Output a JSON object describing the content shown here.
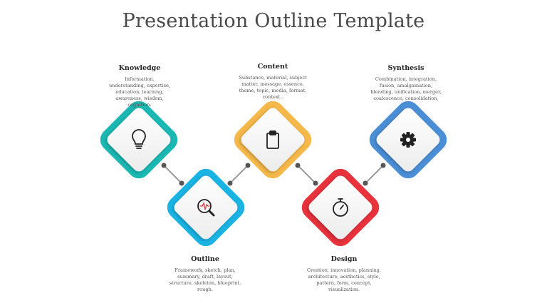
{
  "title": "Presentation Outline Template",
  "nodes": [
    {
      "id": "knowledge",
      "heading": "Knowledge",
      "description": "Information, understanding, expertise, education, learning, awareness, wisdom, cognition.",
      "color": "#1bb8b3",
      "icon": "lightbulb-icon"
    },
    {
      "id": "outline",
      "heading": "Outline",
      "description": "Framework, sketch, plan, summary, draft, layout, structure, skeleton, blueprint, rough.",
      "color": "#1ab4e4",
      "icon": "magnifier-pulse-icon"
    },
    {
      "id": "content",
      "heading": "Content",
      "description": "Substance, material, subject matter, message, essence, theme, topic, media, format, context..",
      "color": "#f5b84a",
      "icon": "clipboard-icon"
    },
    {
      "id": "design",
      "heading": "Design",
      "description": "Creation, innovation, planning, architecture, aesthetics, style, pattern, form, concept, visualization.",
      "color": "#e8323c",
      "icon": "stopwatch-icon"
    },
    {
      "id": "synthesis",
      "heading": "Synthesis",
      "description": "Combination, integration, fusion, amalgamation, blending, unification, merger, coalescence, consolidation,",
      "color": "#4a8fd6",
      "icon": "gear-icon"
    }
  ],
  "connector_color": "#9a9a9a"
}
